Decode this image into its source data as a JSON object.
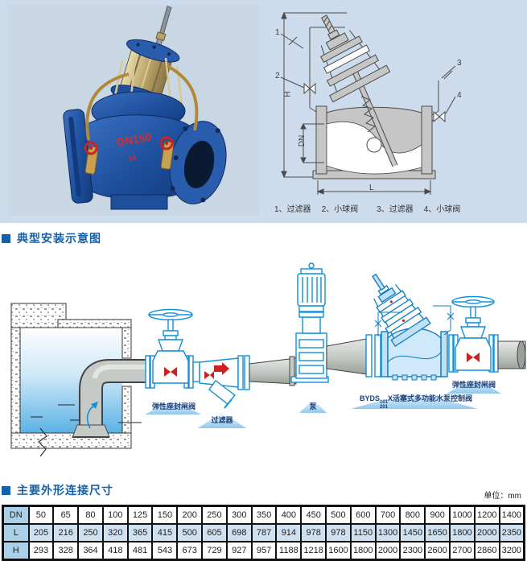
{
  "colors": {
    "panel_bg": "#cddcec",
    "photo_bg": "#c9d7e5",
    "accent_blue": "#1560a8",
    "lineart_blue": "#1090d8",
    "valve_body_blue": "#1d4f9c",
    "red_mark": "#cc2222",
    "table_header_bg": "#aacfe8",
    "table_l_row_bg": "#cfe0f0",
    "drawing_gray": "#c6c6c6"
  },
  "photo": {
    "marking_dn": "DN150",
    "marking_pn": "16"
  },
  "drawing": {
    "callout_1": "1",
    "callout_2": "2",
    "callout_3": "3",
    "callout_4": "4",
    "dim_h": "H",
    "dim_dn": "DN",
    "dim_l": "L",
    "caption": [
      {
        "num": "1、",
        "label": "过滤器"
      },
      {
        "num": "2、",
        "label": "小球阀"
      },
      {
        "num": "3、",
        "label": "过滤器"
      },
      {
        "num": "4、",
        "label": "小球阀"
      }
    ]
  },
  "sections": {
    "install": {
      "title": "典型安装示意图"
    },
    "dims": {
      "title": "主要外形连接尺寸",
      "unit": "单位：mm"
    }
  },
  "diagram": {
    "labels": {
      "gate_valve_left": "弹性座封闸阀",
      "strainer": "过滤器",
      "pump": "泵",
      "control_valve": {
        "prefix": "BYDS",
        "sup": "101",
        "sub": "201",
        "suffix": "X活塞式多功能水泵控制阀"
      },
      "gate_valve_right": "弹性座封闸阀"
    }
  },
  "table": {
    "rows": [
      {
        "header": "DN",
        "values": [
          50,
          65,
          80,
          100,
          125,
          150,
          200,
          250,
          300,
          350,
          400,
          450,
          500,
          600,
          700,
          800,
          900,
          1000,
          1200,
          1400
        ]
      },
      {
        "header": "L",
        "values": [
          205,
          216,
          250,
          320,
          365,
          415,
          500,
          605,
          698,
          787,
          914,
          978,
          978,
          1150,
          1300,
          1450,
          1650,
          1800,
          2000,
          2350
        ]
      },
      {
        "header": "H",
        "values": [
          293,
          328,
          364,
          418,
          481,
          543,
          673,
          729,
          927,
          957,
          1188,
          1218,
          1600,
          1800,
          2000,
          2300,
          2600,
          2700,
          2860,
          3200
        ]
      }
    ]
  }
}
